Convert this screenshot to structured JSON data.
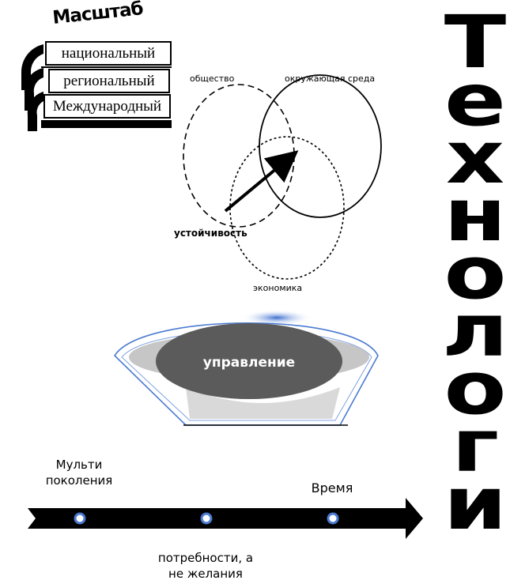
{
  "scale": {
    "title": "Масштаб",
    "levels": [
      "национальный",
      "региональный",
      "Международный"
    ]
  },
  "venn": {
    "society": "общество",
    "environment": "окружающая среда",
    "sustainability": "устойчивость",
    "economy": "экономика"
  },
  "management": {
    "label": "управление"
  },
  "timeline": {
    "left_label": "Мульти\nпоколения",
    "right_label": "Время",
    "bottom_label": "потребности, а\nне желания"
  },
  "technologies": [
    "Т",
    "е",
    "х",
    "н",
    "о",
    "л",
    "о",
    "г",
    "и"
  ],
  "colors": {
    "accent_blue": "#4a7ad0",
    "dark_gray": "#5a5a5a",
    "light_gray": "#c9c9c9"
  }
}
